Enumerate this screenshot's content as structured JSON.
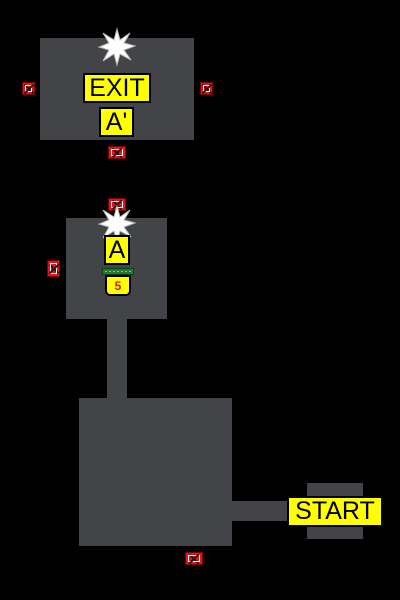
{
  "map": {
    "labels": {
      "exit": "EXIT",
      "a_prime": "A'",
      "a": "A",
      "start": "START"
    },
    "item_jar": {
      "count": "5",
      "icon": "jar-icon"
    },
    "colors": {
      "background": "#000000",
      "room": "#434447",
      "label_bg": "#ffff00",
      "door": "#e0161d",
      "jar_lid": "#1e7d2b"
    },
    "icons": {
      "door": "locked-door-icon",
      "burst": "explosion-icon"
    }
  }
}
